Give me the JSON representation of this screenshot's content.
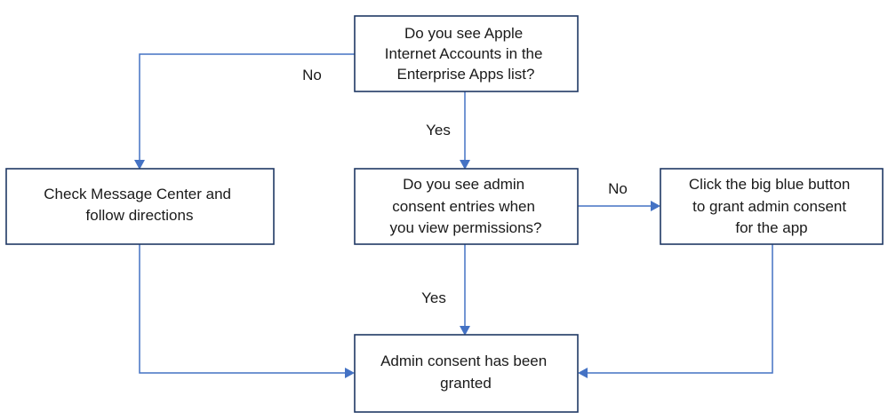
{
  "nodes": {
    "q_apple": {
      "lines": [
        "Do you see Apple",
        "Internet Accounts in the",
        "Enterprise Apps list?"
      ]
    },
    "message_center": {
      "lines": [
        "Check Message Center and",
        "follow directions"
      ]
    },
    "q_consent": {
      "lines": [
        "Do you see admin",
        "consent entries when",
        "you view permissions?"
      ]
    },
    "blue_button": {
      "lines": [
        "Click the big blue button",
        "to grant admin consent",
        "for the app"
      ]
    },
    "granted": {
      "lines": [
        "Admin consent has been",
        "granted"
      ]
    }
  },
  "edges": {
    "apple_no": {
      "label": "No"
    },
    "apple_yes": {
      "label": "Yes"
    },
    "consent_no": {
      "label": "No"
    },
    "consent_yes": {
      "label": "Yes"
    }
  },
  "colors": {
    "box_border": "#1f3864",
    "connector": "#4472c4",
    "text": "#1a1a1a"
  }
}
